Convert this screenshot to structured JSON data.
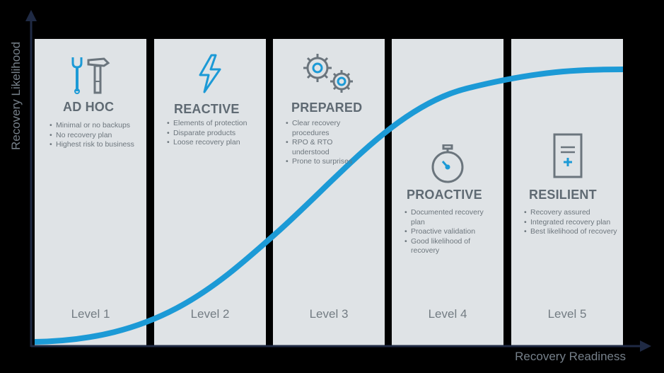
{
  "axes": {
    "y_label": "Recovery Likelihood",
    "x_label": "Recovery Readiness"
  },
  "stages": [
    {
      "title": "AD HOC",
      "icon": "tools-icon",
      "bullets": [
        "Minimal or no backups",
        "No recovery plan",
        "Highest risk to business"
      ],
      "level": "Level 1"
    },
    {
      "title": "REACTIVE",
      "icon": "lightning-icon",
      "bullets": [
        "Elements of protection",
        "Disparate products",
        "Loose recovery plan"
      ],
      "level": "Level 2"
    },
    {
      "title": "PREPARED",
      "icon": "gears-icon",
      "bullets": [
        "Clear recovery procedures",
        "RPO & RTO understood",
        "Prone to surprises"
      ],
      "level": "Level 3"
    },
    {
      "title": "PROACTIVE",
      "icon": "stopwatch-icon",
      "bullets": [
        "Documented recovery plan",
        "Proactive validation",
        "Good likelihood of recovery"
      ],
      "level": "Level 4"
    },
    {
      "title": "RESILIENT",
      "icon": "server-plus-icon",
      "bullets": [
        "Recovery assured",
        "Integrated recovery plan",
        "Best likelihood of recovery"
      ],
      "level": "Level 5"
    }
  ],
  "colors": {
    "curve": "#1c9ad6",
    "axis": "#1f2a44",
    "icon_blue": "#1c9ad6",
    "icon_gray": "#6b757d"
  }
}
